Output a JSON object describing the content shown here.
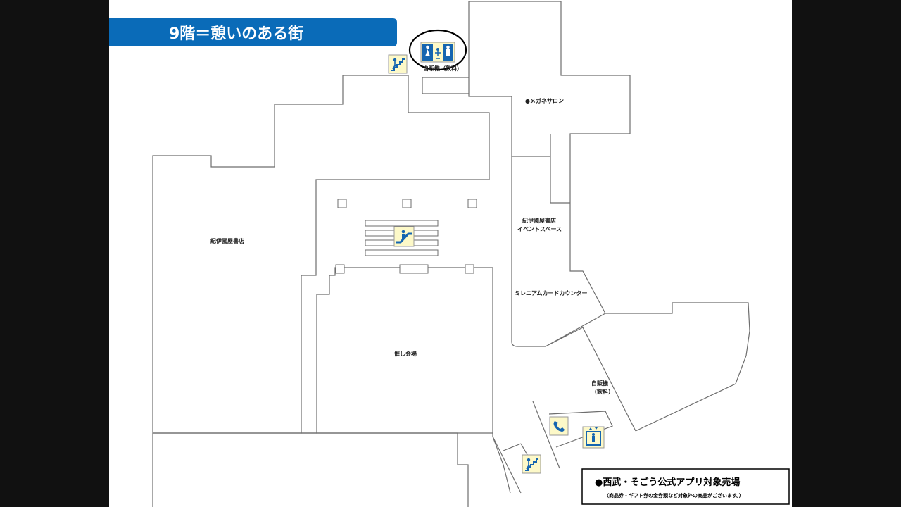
{
  "floor": {
    "banner_title": "9階＝憩いのある街",
    "banner_color": "#0a6bb8"
  },
  "areas": {
    "kinokuniya_store": "紀伊國屋書店",
    "event_hall": "催し会場",
    "megane_salon": "●メガネサロン",
    "kinokuniya_event_space_line1": "紀伊國屋書店",
    "kinokuniya_event_space_line2": "イベントスペース",
    "millennium_card_counter": "ミレニアムカードカウンター",
    "vending_top": "自販機（飲料）",
    "vending_right_line1": "自販機",
    "vending_right_line2": "（飲料）"
  },
  "legend": {
    "title": "●西武・そごう公式アプリ対象売場",
    "note": "（商品券・ギフト券の金券類など対象外の商品がございます。）"
  },
  "icons": {
    "icon_bg": "#fdf9c8",
    "icon_fg": "#1565b0",
    "items": [
      "stairs-icon",
      "restroom-icon",
      "escalator-icon",
      "telephone-icon",
      "elevator-icon"
    ]
  },
  "highlight": {
    "shape": "circle",
    "color": "#000000",
    "target": "restroom"
  }
}
